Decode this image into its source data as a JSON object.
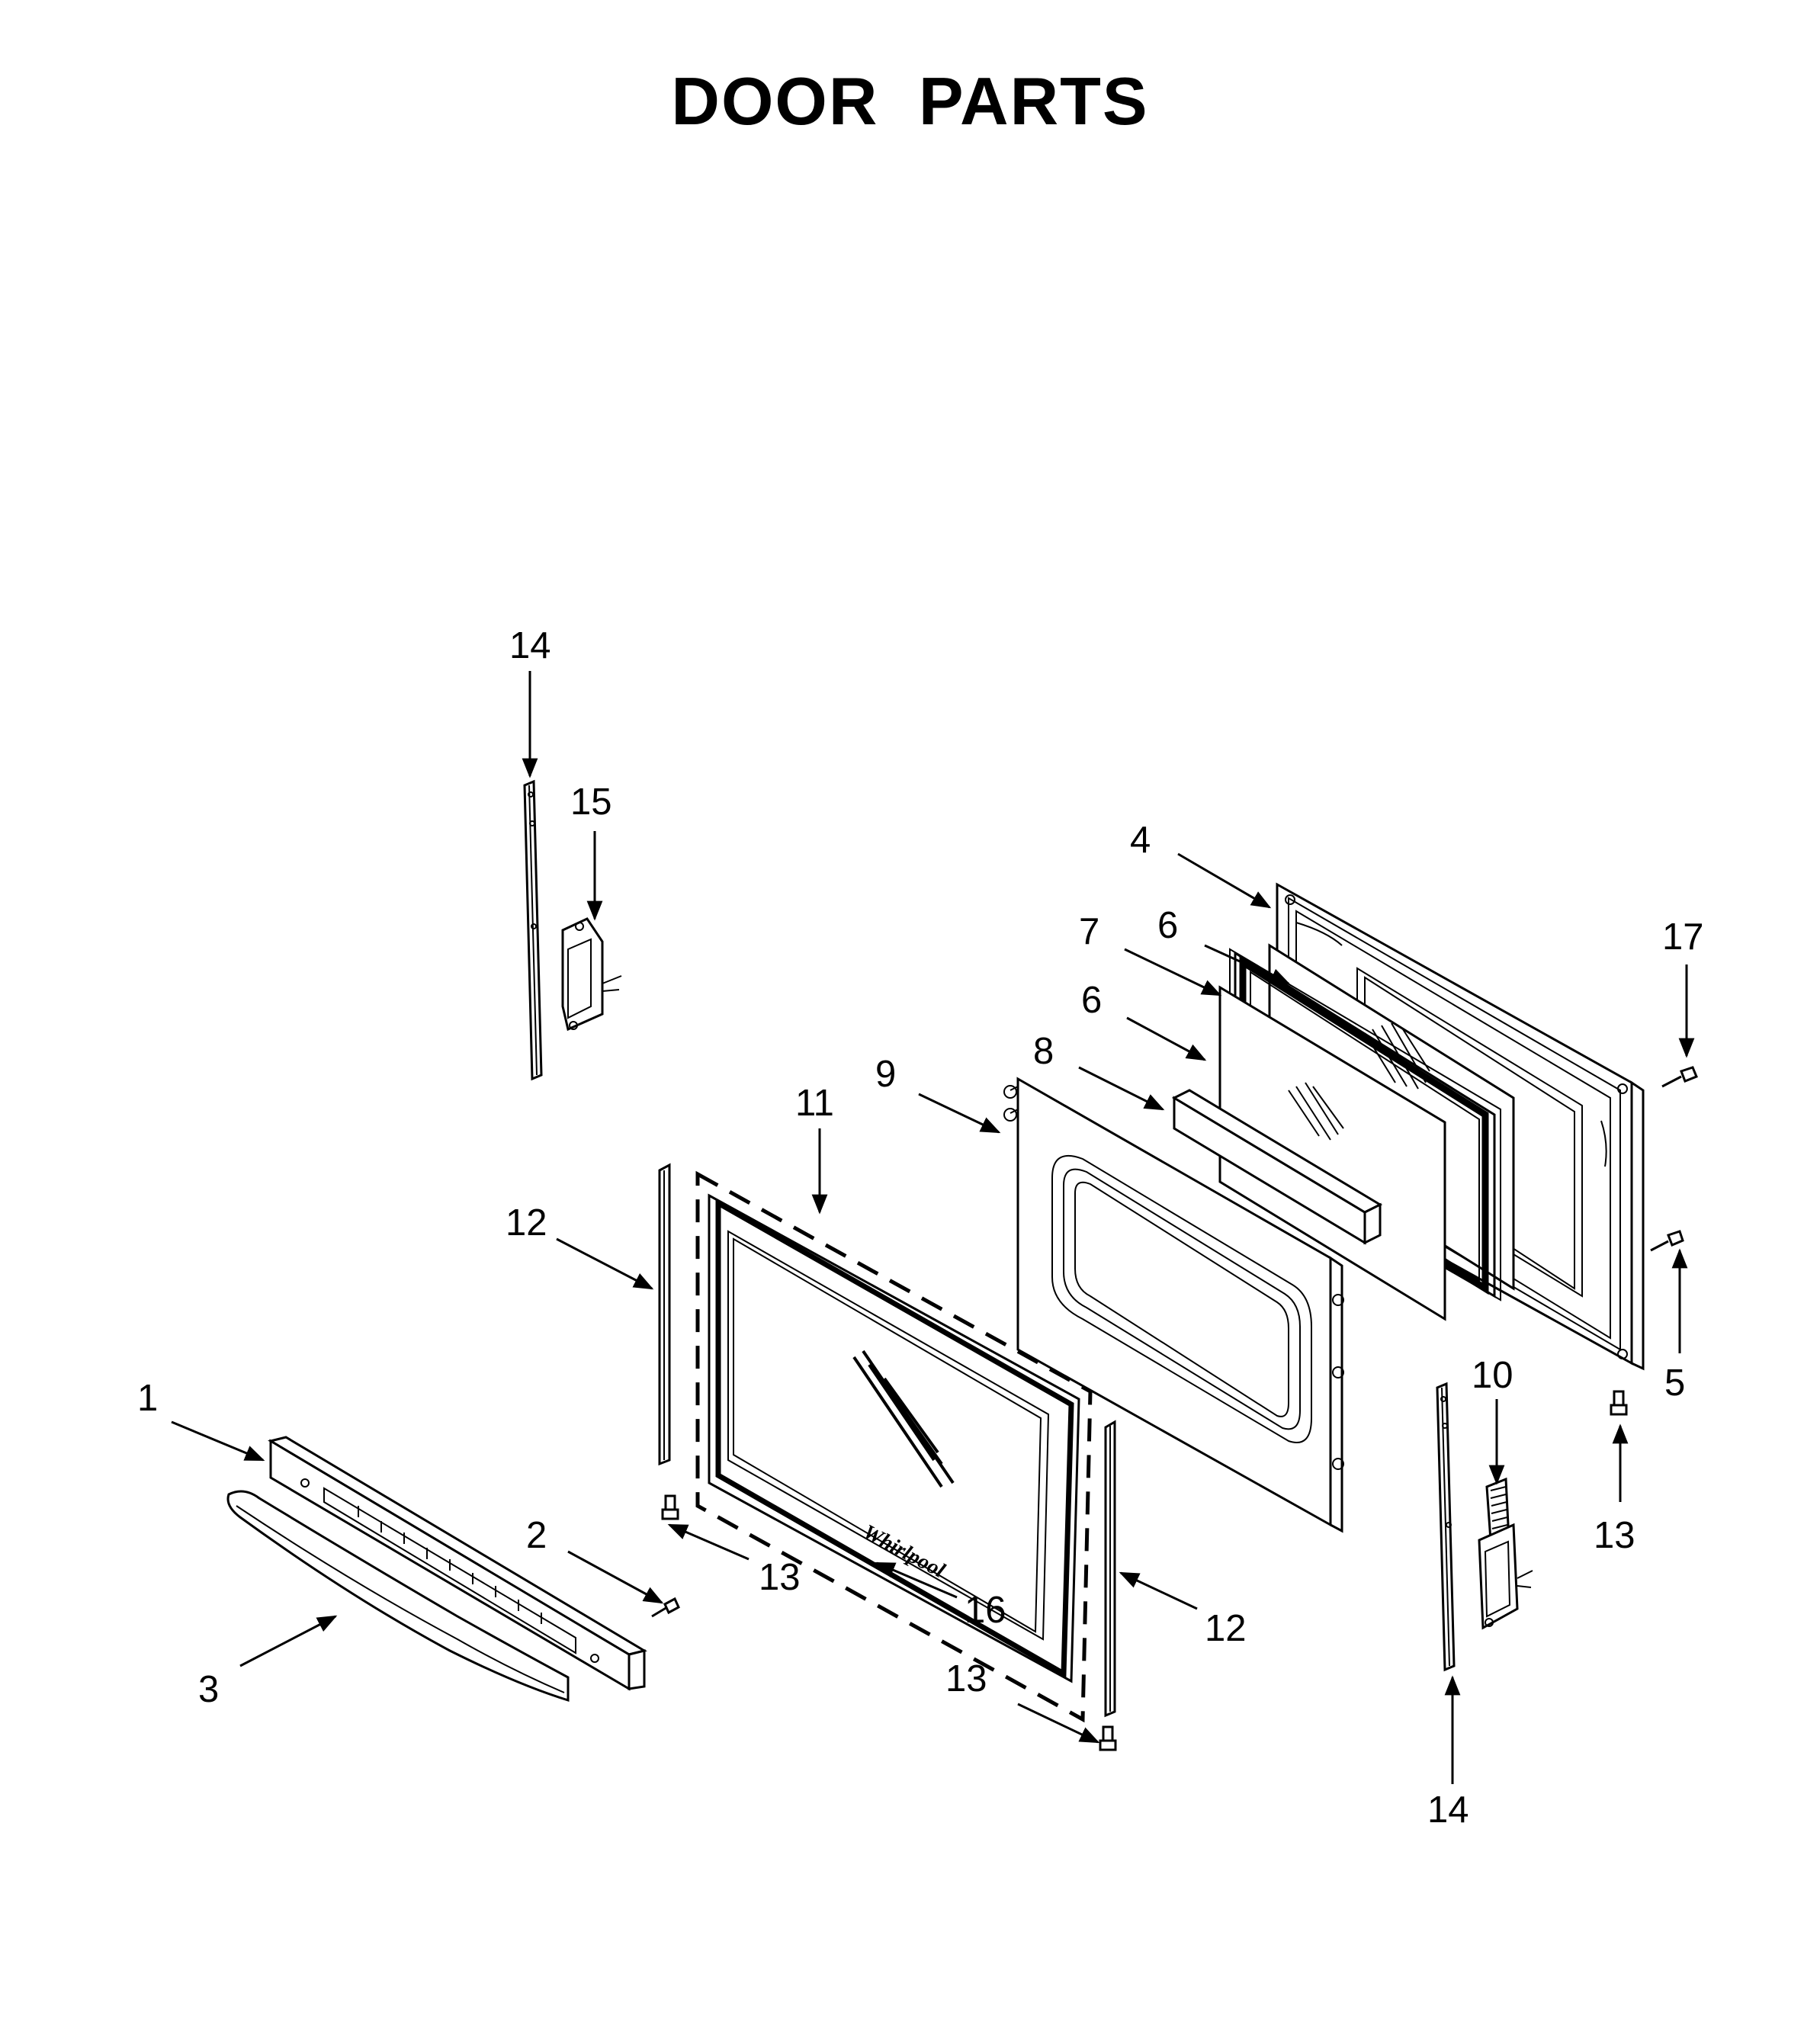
{
  "title": "DOOR PARTS",
  "callouts": {
    "p1": "1",
    "p2": "2",
    "p3": "3",
    "p4": "4",
    "p5": "5",
    "p6a": "6",
    "p6b": "6",
    "p7": "7",
    "p8": "8",
    "p9": "9",
    "p10": "10",
    "p11": "11",
    "p12a": "12",
    "p12b": "12",
    "p13a": "13",
    "p13b": "13",
    "p13c": "13",
    "p14a": "14",
    "p14b": "14",
    "p15": "15",
    "p16": "16",
    "p17": "17"
  },
  "logo_text": "Whirlpool",
  "colors": {
    "ink": "#000000",
    "paper": "#ffffff"
  }
}
